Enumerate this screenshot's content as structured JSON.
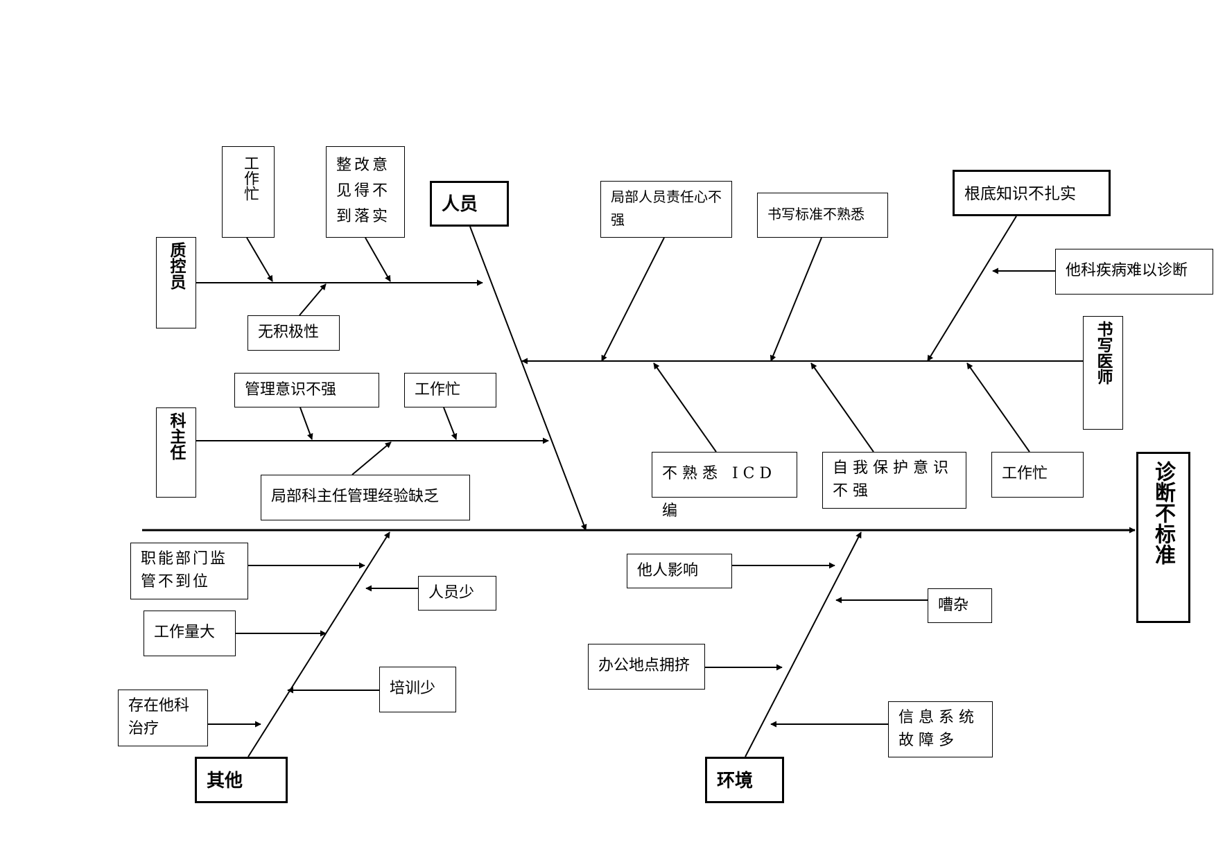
{
  "effect": "诊断不标准",
  "categories": {
    "personnel": "人员",
    "qc": "质控员",
    "director": "科主任",
    "doctor": "书写医师",
    "other": "其他",
    "environment": "环境"
  },
  "causes": {
    "qc_busy": "工作忙",
    "qc_rectify": "整改意见得不到落实",
    "qc_passive": "无积极性",
    "dir_awareness": "管理意识不强",
    "dir_busy": "工作忙",
    "dir_experience": "局部科主任管理经验缺乏",
    "doc_responsibility": "局部人员责任心不强",
    "doc_standard": "书写标准不熟悉",
    "doc_basics": "根底知识不扎实",
    "doc_other_dept": "他科疾病难以诊断",
    "doc_icd": "不熟悉 ICD 编",
    "doc_selfprotect": "自我保护意识不强",
    "doc_busy": "工作忙",
    "oth_supervision": "职能部门监管不到位",
    "oth_understaffed": "人员少",
    "oth_workload": "工作量大",
    "oth_training": "培训少",
    "oth_other_treatment": "存在他科治疗",
    "env_influence": "他人影响",
    "env_noise": "嘈杂",
    "env_crowded": "办公地点拥挤",
    "env_it": "信息系统故障多"
  }
}
